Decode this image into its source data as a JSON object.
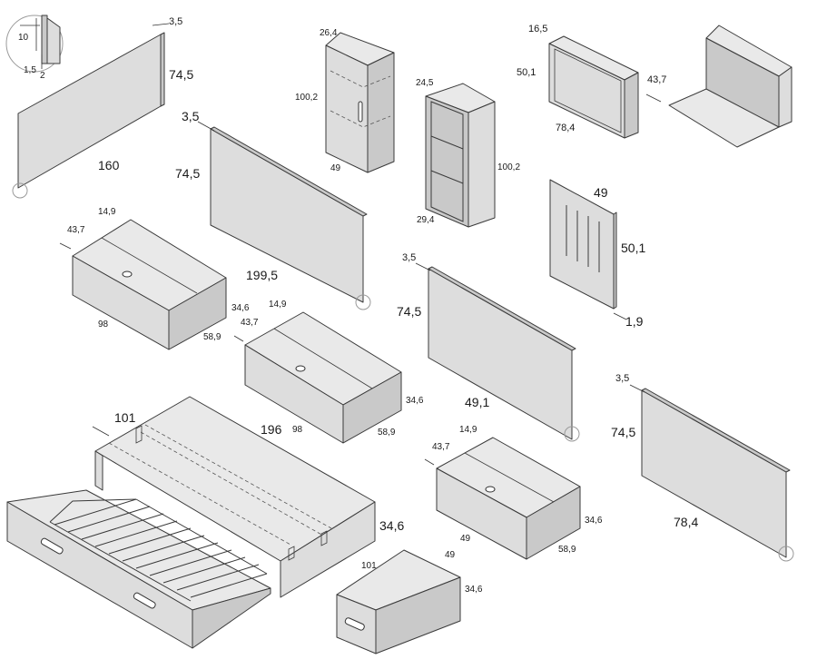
{
  "palette": {
    "face": "#dddddd",
    "top": "#e9e9e9",
    "side": "#c9c9c9",
    "edge": "#3a3a3a"
  },
  "detail": {
    "d10": "10",
    "d15": "1,5",
    "d2": "2"
  },
  "panel_160": {
    "thickness": "3,5",
    "height": "74,5",
    "width": "160"
  },
  "panel_199": {
    "thickness": "3,5",
    "height": "74,5",
    "width": "199,5"
  },
  "glass_cabinet": {
    "depth": "26,4",
    "height": "100,2",
    "width": "49"
  },
  "bookcase": {
    "depth": "24,5",
    "height": "100,2",
    "width": "29,4"
  },
  "desk_closed": {
    "depth": "16,5",
    "height": "50,1",
    "width": "78,4"
  },
  "desk_open": {
    "depth": "43,7"
  },
  "slatted_panel": {
    "width": "49",
    "height": "50,1",
    "thickness": "1,9"
  },
  "chest_1": {
    "top_depth": "14,9",
    "depth": "43,7",
    "width": "98",
    "height": "34,6",
    "side": "58,9"
  },
  "chest_2": {
    "top_depth": "14,9",
    "depth": "43,7",
    "width": "98",
    "height": "34,6",
    "side": "58,9"
  },
  "chest_3": {
    "top_depth": "14,9",
    "depth": "43,7",
    "width": "49",
    "height": "34,6",
    "side": "58,9"
  },
  "panel_491": {
    "thickness": "3,5",
    "height": "74,5",
    "width": "49,1"
  },
  "panel_784": {
    "thickness": "3,5",
    "height": "74,5",
    "width": "78,4"
  },
  "trundle_bed": {
    "width": "101",
    "length": "196",
    "height": "34,6"
  },
  "drawer_box": {
    "width": "101",
    "depth": "49",
    "height": "34,6"
  }
}
